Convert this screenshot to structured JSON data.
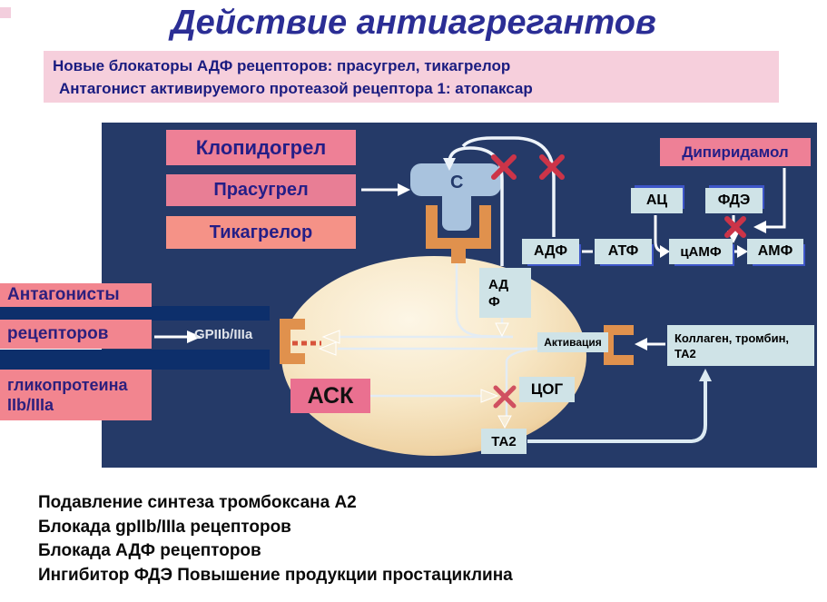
{
  "title": "Действие антиагрегантов",
  "banner": {
    "line1": "Новые блокаторы АДФ рецепторов: прасугрел, тикагрелор",
    "line2": "Антагонист активируемого протеазой  рецептора 1: атопаксар"
  },
  "drugs": {
    "clopidogrel": "Клопидогрел",
    "prasugrel": "Прасугрел",
    "ticagrelor": "Тикагрелор",
    "dipyridamole": "Дипиридамол",
    "ask": "АСК"
  },
  "left_labels": {
    "antagonists": "Антагонисты",
    "receptors": "рецепторов",
    "glycoprotein_line1": "гликопротеина",
    "glycoprotein_line2": "IIb/IIIa"
  },
  "nodes": {
    "ac": "АЦ",
    "fde": "ФДЭ",
    "adf": "АДФ",
    "atf": "АТФ",
    "camf": "цАМФ",
    "amf": "АМФ",
    "adf_inner_line1": "АД",
    "adf_inner_line2": "Ф",
    "cog": "ЦОГ",
    "ta2": "ТА2",
    "activation": "Активация",
    "collagen_line1": "Коллаген, тромбин,",
    "collagen_line2": "ТА2",
    "gp_receptor": "GPIIb/IIIa",
    "c_receptor": "C"
  },
  "footer": {
    "lines": [
      "Подавление синтеза тромбоксана А2",
      "Блокада gpIIb/IIIa рецепторов",
      "Блокада АДФ рецепторов",
      "Ингибитор ФДЭ Повышение продукции простациклина"
    ]
  },
  "colors": {
    "title_blue": "#2b2e95",
    "banner_pink": "#f6cfdc",
    "panel_navy": "#253a68",
    "stripe_navy": "#0d2f6b",
    "drug_pink": "#ee8096",
    "ask_pink": "#ea7090",
    "node_blue": "#cfe3e7",
    "cell_cream": "#f7e8ca",
    "receptor_orange": "#e0914d",
    "cross_red": "#cc3448",
    "shadow_blue": "#3e56c9"
  }
}
